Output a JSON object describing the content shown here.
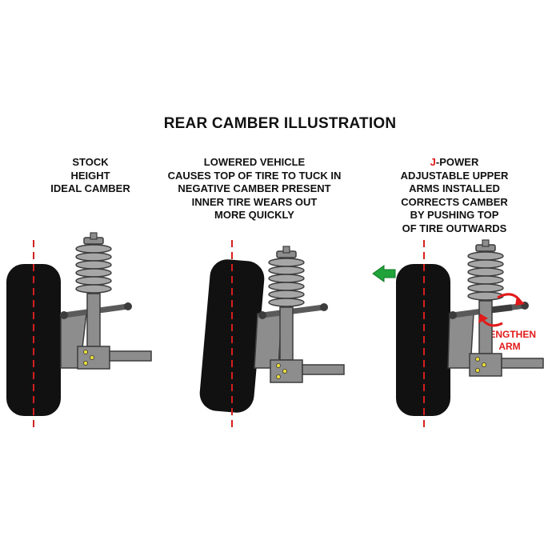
{
  "title": "REAR CAMBER ILLUSTRATION",
  "panels": [
    {
      "lines": [
        "STOCK",
        "HEIGHT",
        "IDEAL CAMBER"
      ]
    },
    {
      "lines": [
        "LOWERED VEHICLE",
        "CAUSES TOP OF TIRE TO TUCK IN",
        "NEGATIVE CAMBER PRESENT",
        "INNER TIRE WEARS OUT",
        "MORE QUICKLY"
      ]
    },
    {
      "brand_prefix": "J",
      "brand_rest": "-POWER",
      "lines": [
        "ADJUSTABLE UPPER",
        "ARMS INSTALLED",
        "CORRECTS CAMBER",
        "BY PUSHING TOP",
        "OF TIRE OUTWARDS"
      ]
    }
  ],
  "callout": {
    "lines": [
      "LENGTHEN",
      "ARM"
    ]
  },
  "colors": {
    "tire": "#111111",
    "centerline": "#d42020",
    "metal": "#8d8d8d",
    "metal_dark": "#3c3c3c",
    "bracket_dots": "#e8dc3a",
    "arrow": "#1fa33a",
    "accent": "#e21a1a"
  },
  "icons": [
    "green-left-arrow-icon",
    "red-rotation-arrow-icon"
  ]
}
